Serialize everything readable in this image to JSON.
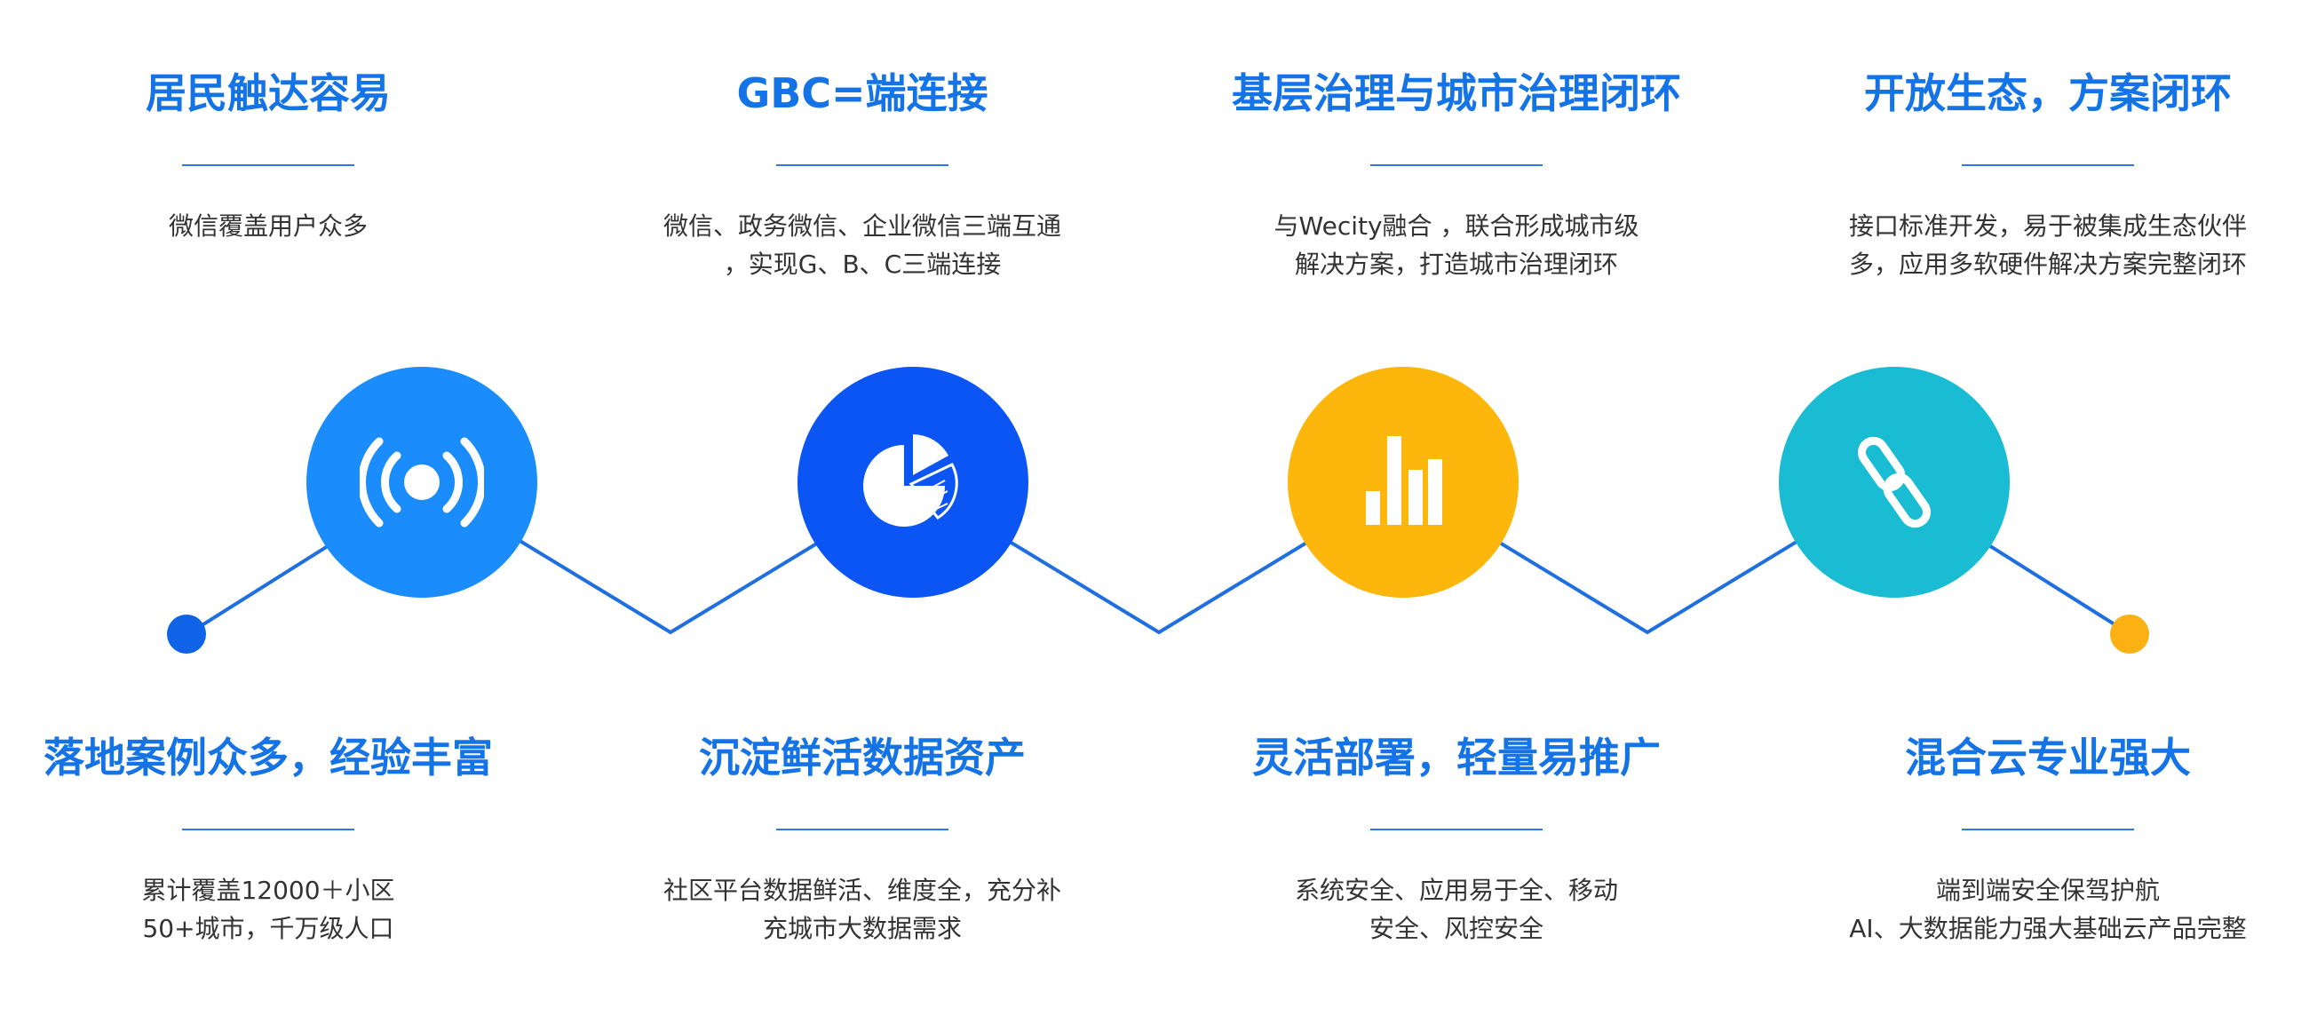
{
  "top_features": [
    {
      "title": "居民触达容易",
      "lines": [
        "微信覆盖用户众多"
      ]
    },
    {
      "title": "GBC=端连接",
      "lines": [
        "微信、政务微信、企业微信三端互通",
        "，实现G、B、C三端连接"
      ]
    },
    {
      "title": "基层治理与城市治理闭环",
      "lines": [
        "与Wecity融合 ，联合形成城市级",
        "解决方案，打造城市治理闭环"
      ]
    },
    {
      "title": "开放生态，方案闭环",
      "lines": [
        "接口标准开发，易于被集成生态伙伴",
        "多，应用多软硬件解决方案完整闭环"
      ]
    }
  ],
  "bottom_features": [
    {
      "title": "落地案例众多，经验丰富",
      "lines": [
        "累计覆盖12000＋小区",
        "50+城市，千万级人口"
      ]
    },
    {
      "title": "沉淀鲜活数据资产",
      "lines": [
        "社区平台数据鲜活、维度全，充分补",
        "充城市大数据需求"
      ]
    },
    {
      "title": "灵活部署，轻量易推广",
      "lines": [
        "系统安全、应用易于全、移动",
        "安全、风控安全"
      ]
    },
    {
      "title": "混合云专业强大",
      "lines": [
        "端到端安全保驾护航",
        "AI、大数据能力强大基础云产品完整"
      ]
    }
  ],
  "circles": [
    {
      "icon": "broadcast-icon",
      "color": "#1a8cfb"
    },
    {
      "icon": "pie-chart-icon",
      "color": "#0b55f5"
    },
    {
      "icon": "bar-chart-icon",
      "color": "#fdb60b"
    },
    {
      "icon": "link-icon",
      "color": "#19bcd2"
    }
  ],
  "colors": {
    "title": "#1473e6",
    "line": "#1f6fe0",
    "start_dot": "#0e63e6",
    "end_dot": "#fbb014"
  }
}
